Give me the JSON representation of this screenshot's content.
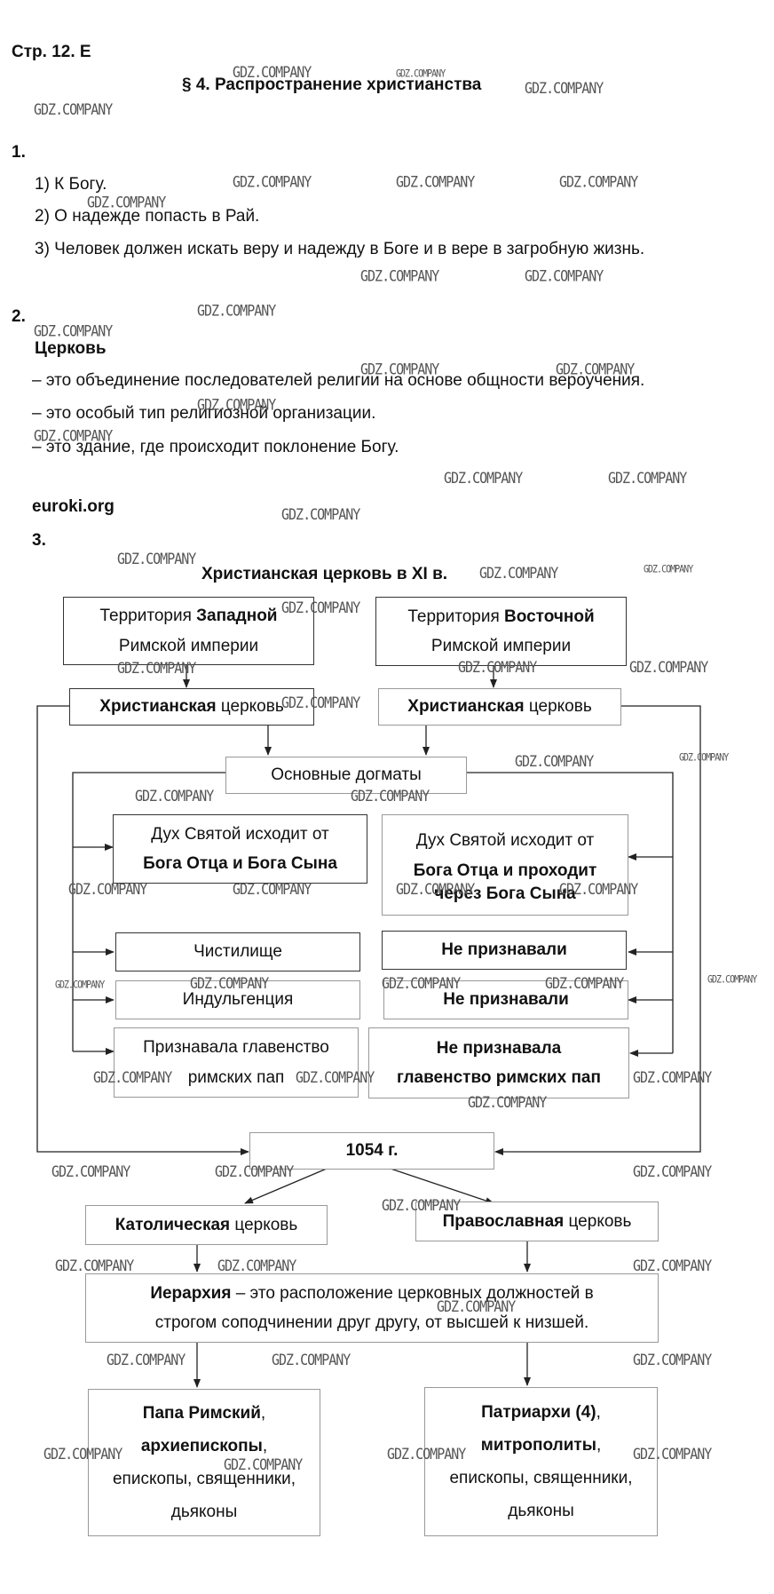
{
  "header": {
    "page_ref": "Стр. 12. Е",
    "section_title": "§ 4. Распространение христианства"
  },
  "q1": {
    "number": "1.",
    "answers": [
      "1) К Богу.",
      "2) О надежде попасть в Рай.",
      "3) Человек должен искать веру и надежду в Боге и в вере в загробную жизнь."
    ]
  },
  "q2": {
    "number": "2.",
    "term": "Церковь",
    "definitions": [
      "– это объединение последователей религии на основе общности вероучения.",
      "– это особый тип религиозной организации.",
      "– это здание, где происходит поклонение Богу."
    ]
  },
  "source": "euroki.org",
  "q3": {
    "number": "3.",
    "title": "Христианская церковь в XI в.",
    "west_territory": {
      "line1_normal": "Территория ",
      "line1_bold": "Западной",
      "line2": "Римской империи"
    },
    "east_territory": {
      "line1_normal": "Территория ",
      "line1_bold": "Восточной",
      "line2": "Римской империи"
    },
    "west_church": {
      "bold": "Христианская",
      "normal": " церковь"
    },
    "east_church": {
      "bold": "Христианская",
      "normal": " церковь"
    },
    "dogmas": "Основные догматы",
    "west_spirit": {
      "line1": "Дух Святой исходит от",
      "line2": "Бога Отца и Бога Сына"
    },
    "east_spirit": {
      "line1": "Дух Святой исходит от",
      "line2": "Бога Отца и проходит",
      "line3": "через Бога Сына"
    },
    "west_purgatory": "Чистилище",
    "east_purgatory": "Не признавали",
    "west_indulgence": "Индульгенция",
    "east_indulgence": "Не признавали",
    "west_pope": {
      "line1": "Признавала главенство",
      "line2": "римских пап"
    },
    "east_pope": {
      "line1": "Не признавала",
      "line2": "главенство римских пап"
    },
    "schism_year": "1054 г.",
    "catholic": {
      "bold": "Католическая",
      "normal": " церковь"
    },
    "orthodox": {
      "bold": "Православная",
      "normal": " церковь"
    },
    "hierarchy": {
      "bold": "Иерархия",
      "line1_rest": " – это расположение церковных должностей в",
      "line2": "строгом соподчинении друг другу, от высшей к низшей."
    },
    "catholic_ranks": {
      "line1_bold": "Папа Римский",
      "line1_rest": ",",
      "line2_bold": "архиепископы",
      "line2_rest": ",",
      "line3": "епископы, священники,",
      "line4": "дьяконы"
    },
    "orthodox_ranks": {
      "line1_bold": "Патриархи (4)",
      "line1_rest": ",",
      "line2_bold": "митрополиты",
      "line2_rest": ",",
      "line3": "епископы, священники,",
      "line4": "дьяконы"
    }
  },
  "watermark": "GDZ.COMPANY"
}
